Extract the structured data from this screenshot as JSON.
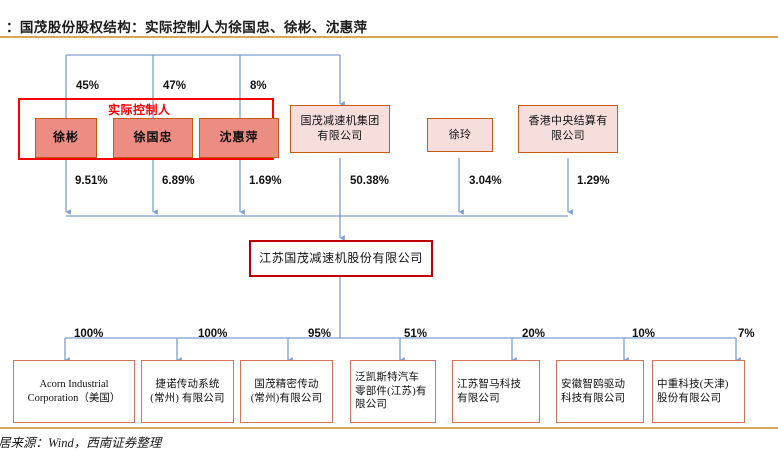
{
  "title": "：国茂股份股权结构：实际控制人为徐国忠、徐彬、沈惠萍",
  "footer": "居来源：Wind，西南证券整理",
  "colors": {
    "person_fill": "#ED8C82",
    "holder_fill": "#F5DEDC",
    "box_border": "#C55A11",
    "core_border": "#C00000",
    "sub_border": "#D4755B",
    "connector": "#7F9DD1",
    "rule": "#d8a75a",
    "control_red": "#FF0000"
  },
  "control_group": {
    "label": "实际控制人",
    "members": [
      {
        "name": "徐彬",
        "top_pct": "45%",
        "stake_pct": "9.51%"
      },
      {
        "name": "徐国忠",
        "top_pct": "47%",
        "stake_pct": "6.89%"
      },
      {
        "name": "沈惠萍",
        "top_pct": "8%",
        "stake_pct": "1.69%"
      }
    ]
  },
  "holders": [
    {
      "name": "国茂减速机集团\n有限公司",
      "line1": "国茂减速机集团",
      "line2": "有限公司",
      "stake_pct": "50.38%"
    },
    {
      "name": "徐玲",
      "line1": "徐玲",
      "line2": "",
      "stake_pct": "3.04%"
    },
    {
      "name": "香港中央结算有\n限公司",
      "line1": "香港中央结算有",
      "line2": "限公司",
      "stake_pct": "1.29%"
    }
  ],
  "core_company": {
    "name": "江苏国茂减速机股份有限公司"
  },
  "subsidiaries": [
    {
      "lines": [
        "Acorn Industrial",
        "Corporation（美国）"
      ],
      "pct": "100%",
      "style": "latin"
    },
    {
      "lines": [
        "捷诺传动系统",
        "(常州) 有限公司"
      ],
      "pct": "100%",
      "style": "cjk"
    },
    {
      "lines": [
        "国茂精密传动",
        "(常州)有限公司"
      ],
      "pct": "95%",
      "style": "cjk"
    },
    {
      "lines": [
        "泛凯斯特汽车",
        "零部件(江苏)有",
        "限公司"
      ],
      "pct": "51%",
      "style": "cjk-left"
    },
    {
      "lines": [
        "江苏智马科技",
        "有限公司"
      ],
      "pct": "20%",
      "style": "cjk-left"
    },
    {
      "lines": [
        "安徽智鸥驱动",
        "科技有限公司"
      ],
      "pct": "10%",
      "style": "cjk-left"
    },
    {
      "lines": [
        "中重科技(天津)",
        "股份有限公司"
      ],
      "pct": "7%",
      "style": "cjk-left"
    }
  ]
}
